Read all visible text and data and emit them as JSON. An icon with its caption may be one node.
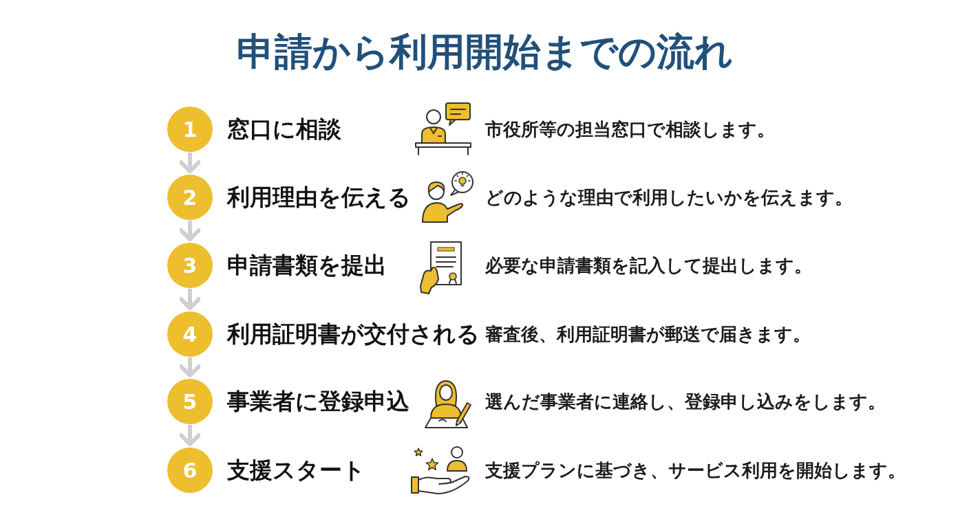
{
  "diagram": {
    "title": "申請から利用開始までの流れ",
    "nodes": [
      {
        "text": [
          "1"
        ],
        "beside": [
          "窓口に相談"
        ]
      },
      {
        "text": [
          "2"
        ],
        "beside": [
          "利用理由を伝える"
        ]
      },
      {
        "text": [
          "3"
        ],
        "beside": [
          "申請書類を提出"
        ]
      },
      {
        "text": [
          "4"
        ],
        "beside": [
          "利用証明書が交付される"
        ]
      },
      {
        "text": [
          "5"
        ],
        "beside": [
          "事業者に登録申込"
        ]
      },
      {
        "text": [
          "6"
        ],
        "beside": [
          "支援スタート"
        ]
      }
    ],
    "edges": [
      {
        "from": 0,
        "to": 1,
        "arrow": "to"
      },
      {
        "from": 1,
        "to": 2,
        "arrow": "to"
      },
      {
        "from": 2,
        "to": 3,
        "arrow": "to"
      },
      {
        "from": 3,
        "to": 4,
        "arrow": "to"
      },
      {
        "from": 4,
        "to": 5,
        "arrow": "to"
      }
    ],
    "labels": [
      "市役所等の担当窓口で相談します。",
      "どのような理由で利用したいかを伝えます。",
      "必要な申請書類を記入して提出します。",
      "審査後、利用証明書が郵送で届きます。",
      "選んだ事業者に連絡し、登録申し込みをします。",
      "支援プランに基づき、サービス利用を開始します。"
    ]
  }
}
